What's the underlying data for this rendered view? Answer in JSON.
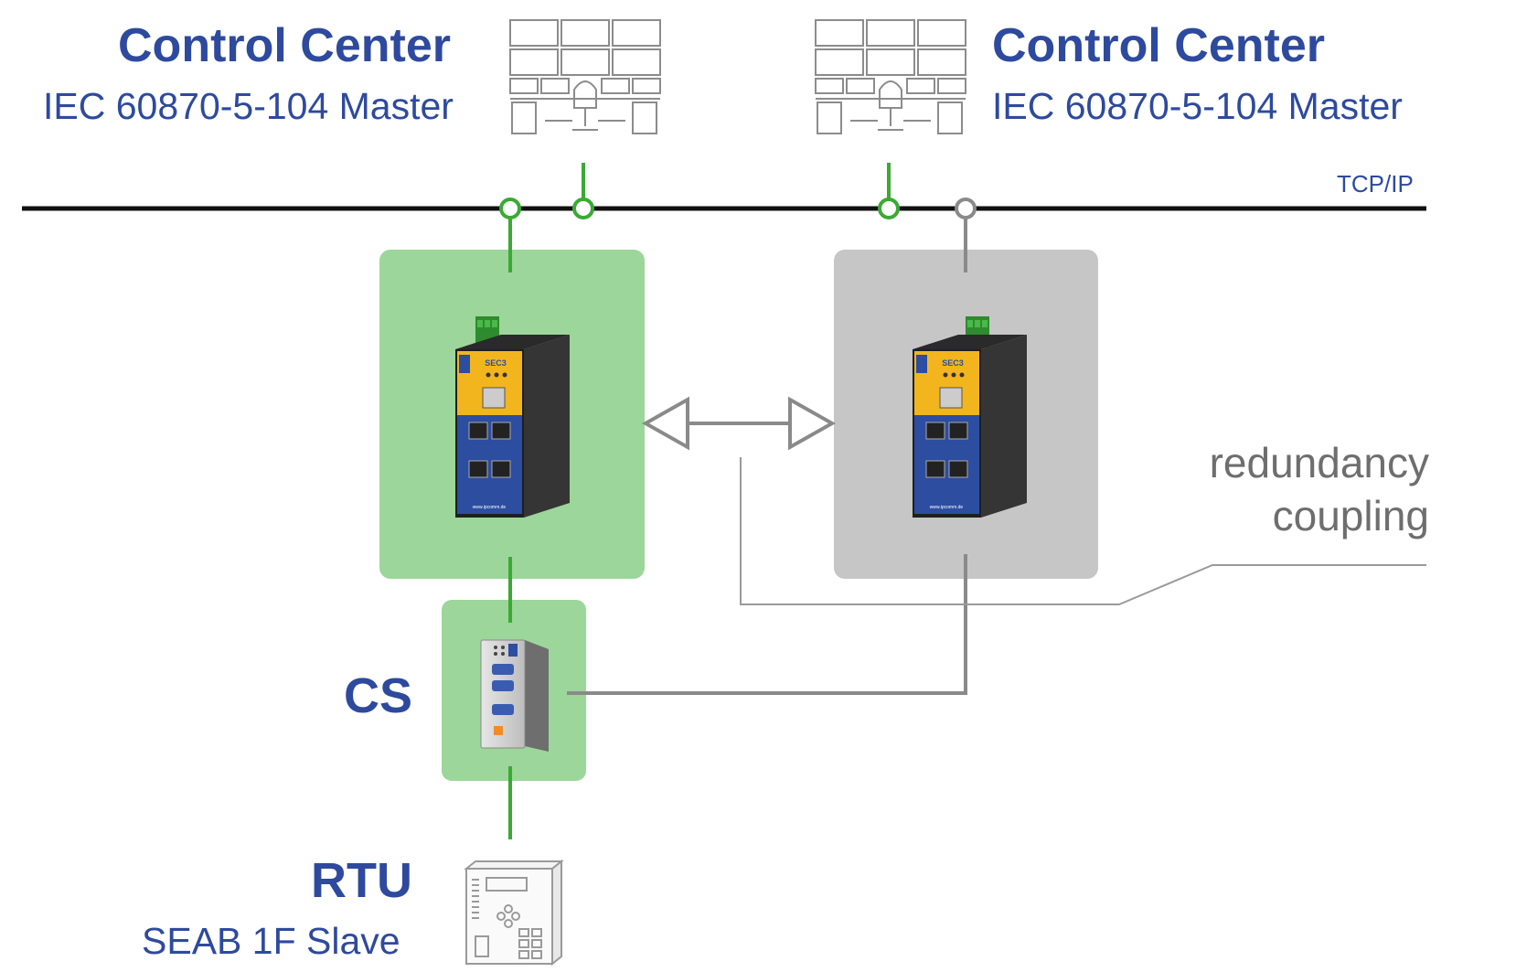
{
  "left_center": {
    "title": "Control Center",
    "subtitle": "IEC 60870-5-104 Master"
  },
  "right_center": {
    "title": "Control Center",
    "subtitle": "IEC 60870-5-104 Master"
  },
  "network": {
    "label": "TCP/IP"
  },
  "redundancy": {
    "line1": "redundancy",
    "line2": "coupling"
  },
  "cs": {
    "label": "CS"
  },
  "rtu": {
    "title": "RTU",
    "subtitle": "SEAB 1F Slave"
  },
  "device": {
    "model_label": "SEC3",
    "website": "www.ipcomm.de"
  },
  "colors": {
    "title_blue": "#2e4a9e",
    "active_green": "#3aaa35",
    "active_box": "#9dd69a",
    "standby_gray": "#8a8a8a",
    "standby_box": "#c6c6c6",
    "device_yellow": "#f2b51d",
    "device_blue": "#2c4da0"
  }
}
